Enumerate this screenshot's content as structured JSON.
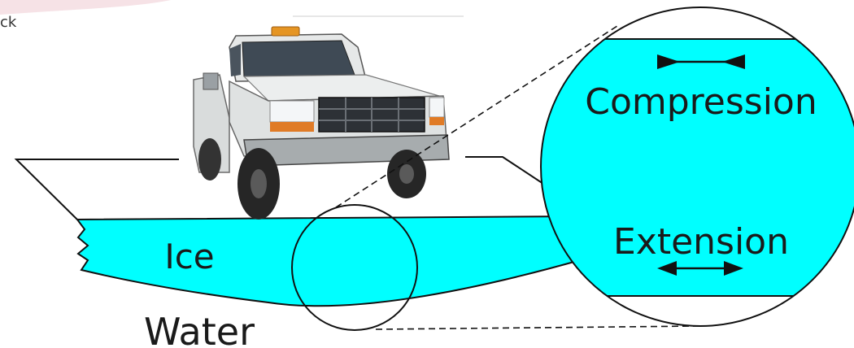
{
  "labels": {
    "top_left_fragment": "ck",
    "ice": "Ice",
    "water": "Water",
    "compression": "Compression",
    "extension": "Extension"
  },
  "colors": {
    "ice": "#00FFFF",
    "outline": "#1a1a1a",
    "background": "#FFFFFF"
  },
  "icons": {
    "vehicle": "pickup-truck-icon",
    "compression_arrow": "inward-arrows-icon",
    "extension_arrow": "outward-arrows-icon"
  }
}
